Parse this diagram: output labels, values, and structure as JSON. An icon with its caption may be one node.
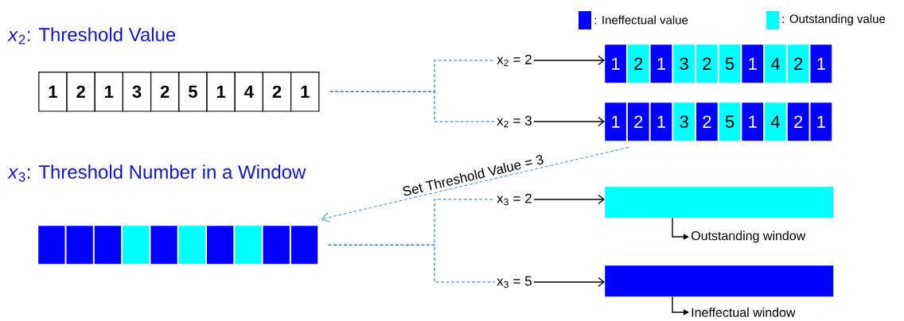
{
  "diagram": {
    "nodes": [
      {
        "text": [
          "1",
          "2",
          "1",
          "3",
          "2",
          "5",
          "1",
          "4",
          "2",
          "1"
        ]
      },
      {
        "text": [
          "x$_{2}$ = 2"
        ]
      },
      {
        "text": [
          "1",
          "2",
          "1",
          "3",
          "2",
          "5",
          "1",
          "4",
          "2",
          "1"
        ]
      },
      {
        "text": [
          "x$_{2}$ = 3"
        ]
      },
      {
        "text": [
          "1",
          "2",
          "1",
          "3",
          "2",
          "5",
          "1",
          "4",
          "2",
          "1"
        ]
      },
      {
        "text": [],
        "shape": "bar"
      },
      {
        "text": [
          "x$_{3}$ = 2"
        ]
      },
      {
        "text": [],
        "shape": "bar"
      },
      {
        "text": [
          "Outstanding window"
        ]
      },
      {
        "text": [
          "x$_{3}$ = 5"
        ]
      },
      {
        "text": [],
        "shape": "bar"
      },
      {
        "text": [
          "Ineffectual window"
        ]
      }
    ],
    "edges": [
      {
        "from": 0,
        "to": 1,
        "arrow": "none",
        "style": "dashed",
        "color": "#2e75b6"
      },
      {
        "from": 0,
        "to": 3,
        "arrow": "none",
        "style": "dashed",
        "color": "#2e75b6"
      },
      {
        "from": 1,
        "to": 2,
        "arrow": "to"
      },
      {
        "from": 3,
        "to": 4,
        "arrow": "to"
      },
      {
        "from": 4,
        "to": 5,
        "arrow": "to",
        "label": "Set Threshold Value = 3",
        "style": "dashed",
        "color": "#5b9bd5"
      },
      {
        "from": 5,
        "to": 6,
        "arrow": "none",
        "style": "dashed",
        "color": "#2e75b6"
      },
      {
        "from": 5,
        "to": 9,
        "arrow": "none",
        "style": "dashed",
        "color": "#2e75b6"
      },
      {
        "from": 6,
        "to": 7,
        "arrow": "to"
      },
      {
        "from": 9,
        "to": 10,
        "arrow": "to"
      },
      {
        "from": 7,
        "to": 8,
        "arrow": "to"
      },
      {
        "from": 10,
        "to": 11,
        "arrow": "to"
      }
    ],
    "labels": [
      "*x*$_{2}$: Threshold Value",
      "*x*$_{3}$: Threshold Number in a Window"
    ],
    "legend": [
      {
        "text": ": Ineffectual value",
        "color": "#0000ff"
      },
      {
        "text": ": Outstanding value",
        "color": "#00ffff"
      }
    ]
  }
}
